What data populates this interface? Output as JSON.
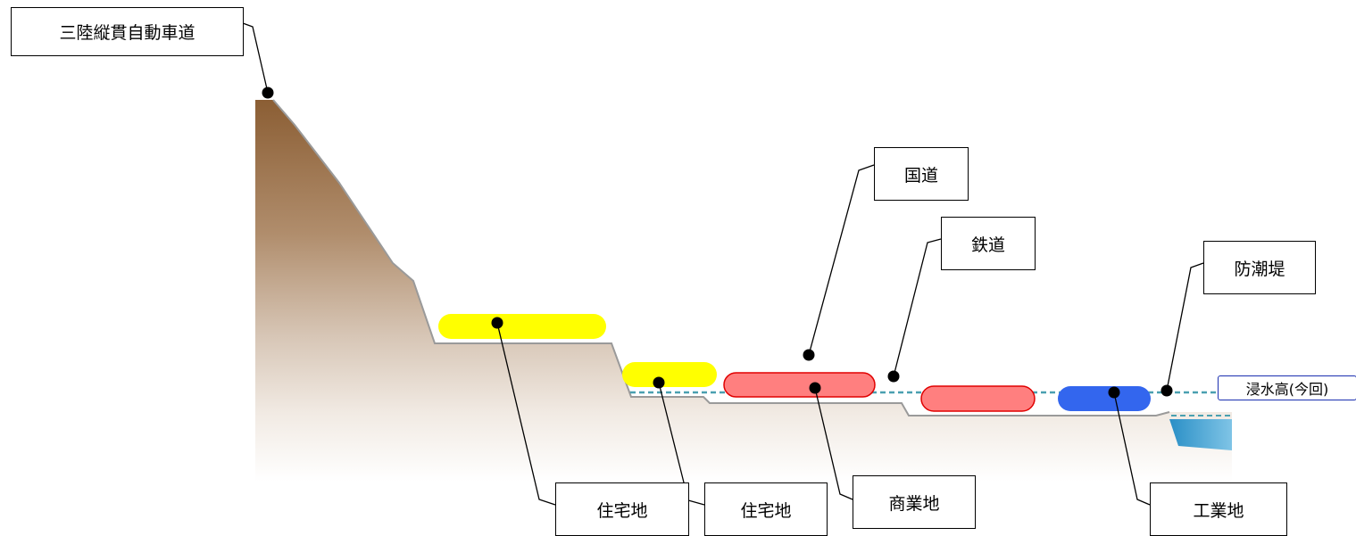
{
  "labels": {
    "expressway": "三陸縦貫自動車道",
    "national_road": "国道",
    "railway": "鉄道",
    "seawall": "防潮堤",
    "flood_height": "浸水高(今回)",
    "residential_1": "住宅地",
    "residential_2": "住宅地",
    "commercial": "商業地",
    "industrial": "工業地"
  },
  "colors": {
    "residential": "#ffff00",
    "commercial": "#ff7f7f",
    "commercial_border": "#e00000",
    "industrial": "#3366ee",
    "flood_line": "#4aa0b0",
    "sea": "#3399cc",
    "flood_label_border": "#1a2fb0"
  }
}
